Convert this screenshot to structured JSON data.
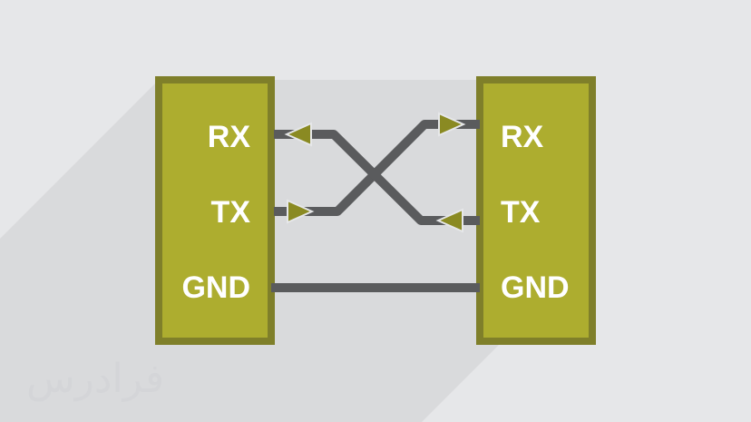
{
  "diagram": {
    "left_device": {
      "pins": [
        "RX",
        "TX",
        "GND"
      ]
    },
    "right_device": {
      "pins": [
        "RX",
        "TX",
        "GND"
      ]
    },
    "connections": [
      {
        "from": "left.TX",
        "to": "right.RX",
        "direction": "left-to-right"
      },
      {
        "from": "right.TX",
        "to": "left.RX",
        "direction": "right-to-left"
      },
      {
        "from": "left.GND",
        "to": "right.GND",
        "direction": "none"
      }
    ]
  },
  "watermark": {
    "text": "فرادرس"
  },
  "colors": {
    "background": "#e6e7e9",
    "shadow": "#d9dadc",
    "device_fill": "#adad2f",
    "device_border": "#7f7f2a",
    "wire": "#5a5b5d",
    "arrow": "#8a8a22",
    "label": "#ffffff"
  }
}
